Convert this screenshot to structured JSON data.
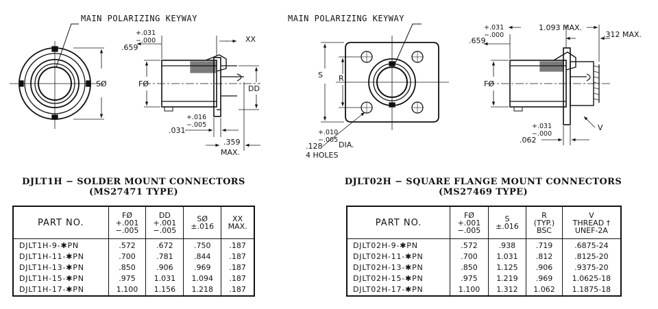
{
  "drawings": {
    "left_front": {
      "keyway_label": "MAIN POLARIZING KEYWAY",
      "s_label": "SØ"
    },
    "left_side": {
      "tol_top_plus": "+.031",
      "tol_top_minus": "−.000",
      "dim_659": ".659",
      "xx_label": "XX",
      "f_label": "FØ",
      "dd_label": "DD",
      "tol_bot_plus": "+.016",
      "tol_bot_minus": "−.005",
      "dim_031": ".031",
      "dim_359": ".359",
      "max_label": "MAX."
    },
    "right_front": {
      "keyway_label": "MAIN POLARIZING KEYWAY",
      "s_label": "S",
      "r_label": "R",
      "tol_plus": "+.010",
      "tol_minus": "−.005",
      "hole_dim": ".128",
      "dia_label": "DIA.",
      "holes_label": "4 HOLES"
    },
    "right_side": {
      "tol_top_plus": "+.031",
      "tol_top_minus": "−.000",
      "dim_1093": "1.093 MAX.",
      "dim_312": ".312 MAX.",
      "dim_659": ".659",
      "f_label": "FØ",
      "v_label": "V",
      "tol_bot_plus": "+.031",
      "tol_bot_minus": "−.000",
      "dim_062": ".062"
    }
  },
  "table1": {
    "title_line1": "DJLT1H − SOLDER MOUNT CONNECTORS",
    "title_line2": "(MS27471 TYPE)",
    "headers": [
      [
        "PART NO."
      ],
      [
        "FØ",
        "+.001",
        "−.005"
      ],
      [
        "DD",
        "+.001",
        "−.005"
      ],
      [
        "SØ",
        "±.016"
      ],
      [
        "XX",
        "MAX."
      ]
    ],
    "rows": [
      [
        "DJLT1H-9-✱PN",
        ".572",
        ".672",
        ".750",
        ".187"
      ],
      [
        "DJLT1H-11-✱PN",
        ".700",
        ".781",
        ".844",
        ".187"
      ],
      [
        "DJLT1H-13-✱PN",
        ".850",
        ".906",
        ".969",
        ".187"
      ],
      [
        "DJLT1H-15-✱PN",
        ".975",
        "1.031",
        "1.094",
        ".187"
      ],
      [
        "DJLT1H-17-✱PN",
        "1.100",
        "1.156",
        "1.218",
        ".187"
      ]
    ]
  },
  "table2": {
    "title_line1": "DJLT02H − SQUARE FLANGE MOUNT CONNECTORS",
    "title_line2": "(MS27469 TYPE)",
    "headers": [
      [
        "PART NO."
      ],
      [
        "FØ",
        "+.001",
        "−.005"
      ],
      [
        "S",
        "±.016"
      ],
      [
        "R",
        "(TYP.)",
        "BSC"
      ],
      [
        "V",
        "THREAD †",
        "UNEF-2A"
      ]
    ],
    "rows": [
      [
        "DJLT02H-9-✱PN",
        ".572",
        ".938",
        ".719",
        ".6875-24"
      ],
      [
        "DJLT02H-11-✱PN",
        ".700",
        "1.031",
        ".812",
        ".8125-20"
      ],
      [
        "DJLT02H-13-✱PN",
        ".850",
        "1.125",
        ".906",
        ".9375-20"
      ],
      [
        "DJLT02H-15-✱PN",
        ".975",
        "1.219",
        ".969",
        "1.0625-18"
      ],
      [
        "DJLT02H-17-✱PN",
        "1.100",
        "1.312",
        "1.062",
        "1.1875-18"
      ]
    ]
  }
}
